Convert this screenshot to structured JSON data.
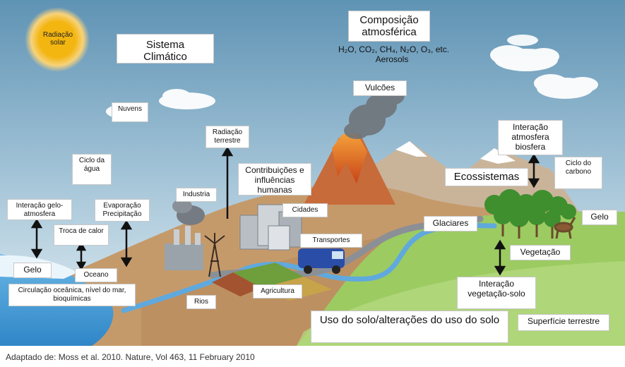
{
  "labels": {
    "sun": "Radiação solar",
    "sistema_climatico": "Sistema Climático",
    "composicao": "Composição atmosférica",
    "formula": "H₂O, CO₂, CH₄, N₂O, O₃, etc.",
    "aerosols": "Aerosols",
    "vulcoes": "Vulcões",
    "nuvens": "Nuvens",
    "radiacao_terrestre": "Radiação terrestre",
    "ciclo_agua": "Ciclo da água",
    "industria": "Industria",
    "contribuicoes": "Contribuições e influências humanas",
    "cidades": "Cidades",
    "interacao_gelo": "Interação gelo-atmosfera",
    "evaporacao": "Evaporação Precipitação",
    "troca_calor": "Troca de calor",
    "gelo_left": "Gelo",
    "oceano": "Oceano",
    "circulacao": "Circulação oceânica, nível do mar, bioquímicas",
    "transportes": "Transportes",
    "agricultura": "Agricultura",
    "rios": "Rios",
    "glaciares": "Glaciares",
    "interacao_atm_bio": "Interação atmosfera biosfera",
    "ecossistemas": "Ecossistemas",
    "ciclo_carbono": "Ciclo do carbono",
    "gelo_right": "Gelo",
    "vegetacao": "Vegetação",
    "interacao_veg_solo": "Interação vegetação-solo",
    "uso_solo": "Uso do solo/alterações do uso do solo",
    "superficie": "Superfície terrestre"
  },
  "caption": "Adaptado de: Moss et al. 2010. Nature, Vol 463, 11 February 2010",
  "colors": {
    "sky_top": "#6e9fbd",
    "sky_bottom": "#dce9f0",
    "sun": "#f3b510",
    "sun_glow": "#f7d27a",
    "land": "#c59a6b",
    "grass": "#93c35a",
    "ocean": "#3f9bd6",
    "lava": "#e0551f",
    "van": "#2a4ea8"
  }
}
